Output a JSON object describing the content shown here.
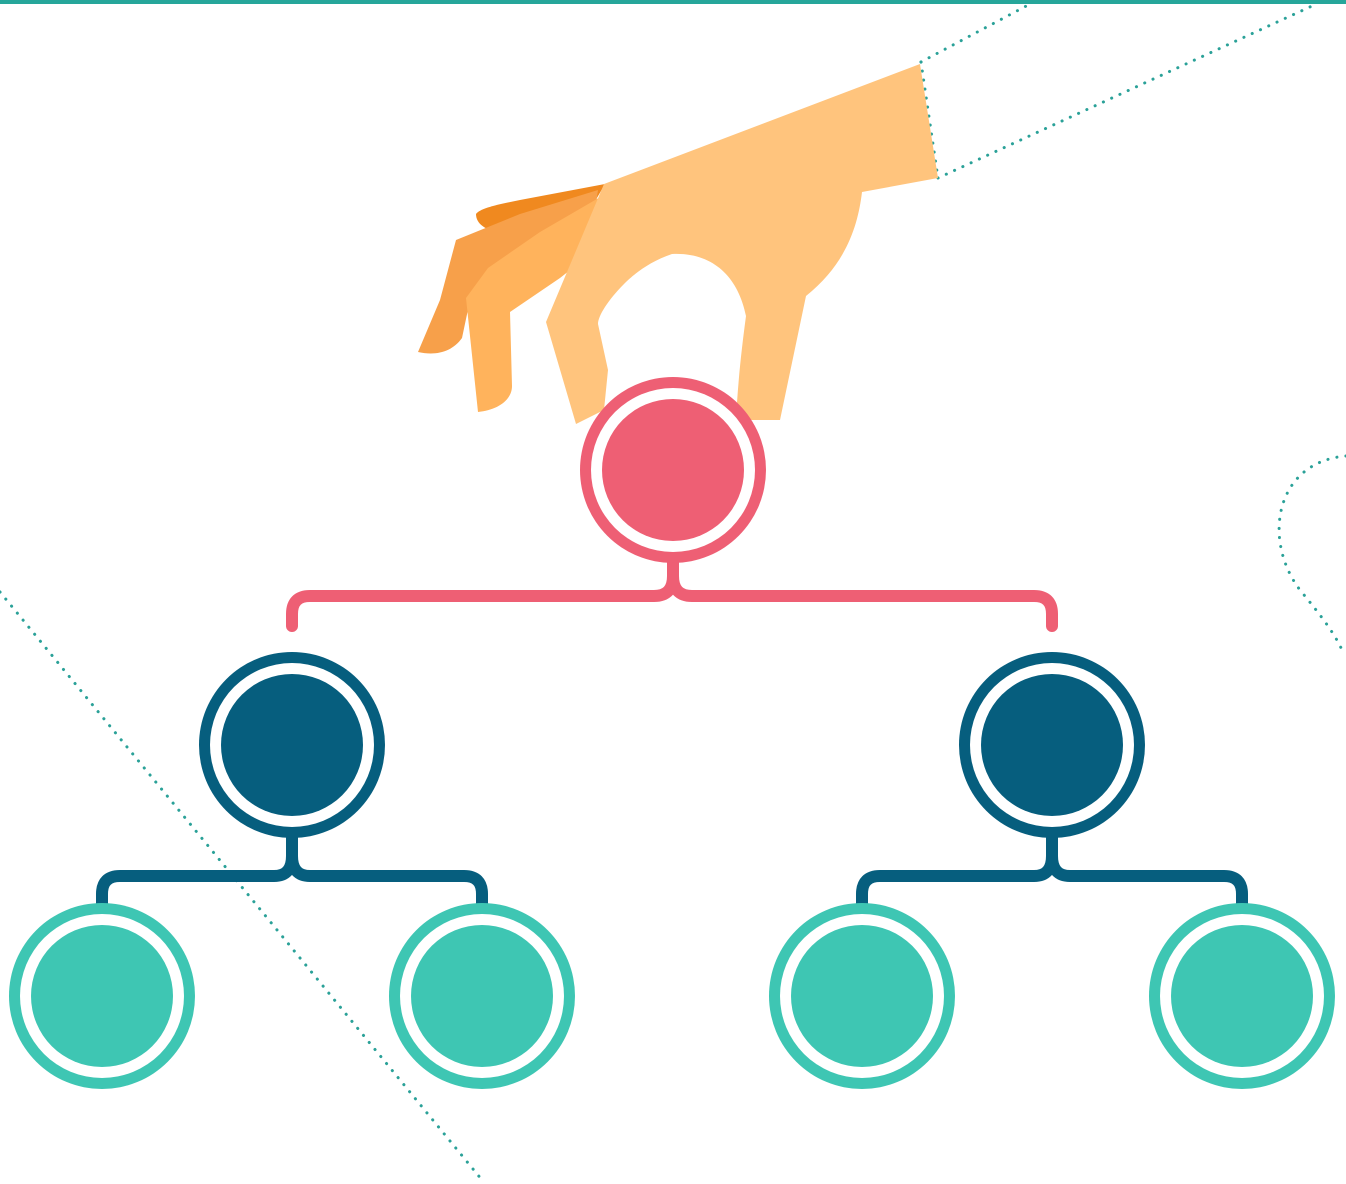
{
  "diagram": {
    "type": "org-chart",
    "levels": 3,
    "colors": {
      "accent_border": "#26a69a",
      "dotted_lines": "#2aa198",
      "root": "#ee5f74",
      "manager": "#065e7e",
      "leaf": "#3ec6b3",
      "node_ring_gap": "#ffffff"
    },
    "nodes": [
      {
        "id": "root",
        "level": 1,
        "color": "#ee5f74"
      },
      {
        "id": "manager-left",
        "level": 2,
        "parent": "root",
        "color": "#065e7e"
      },
      {
        "id": "manager-right",
        "level": 2,
        "parent": "root",
        "color": "#065e7e"
      },
      {
        "id": "leaf-1",
        "level": 3,
        "parent": "manager-left",
        "color": "#3ec6b3"
      },
      {
        "id": "leaf-2",
        "level": 3,
        "parent": "manager-left",
        "color": "#3ec6b3"
      },
      {
        "id": "leaf-3",
        "level": 3,
        "parent": "manager-right",
        "color": "#3ec6b3"
      },
      {
        "id": "leaf-4",
        "level": 3,
        "parent": "manager-right",
        "color": "#3ec6b3"
      }
    ]
  },
  "illustration": {
    "icon": "hand-picking-node-icon",
    "skin_colors": {
      "palm": "#ffc47d",
      "mid_finger": "#ffb35c",
      "back_finger": "#f7a04a",
      "nail_shade": "#f0891f"
    }
  }
}
